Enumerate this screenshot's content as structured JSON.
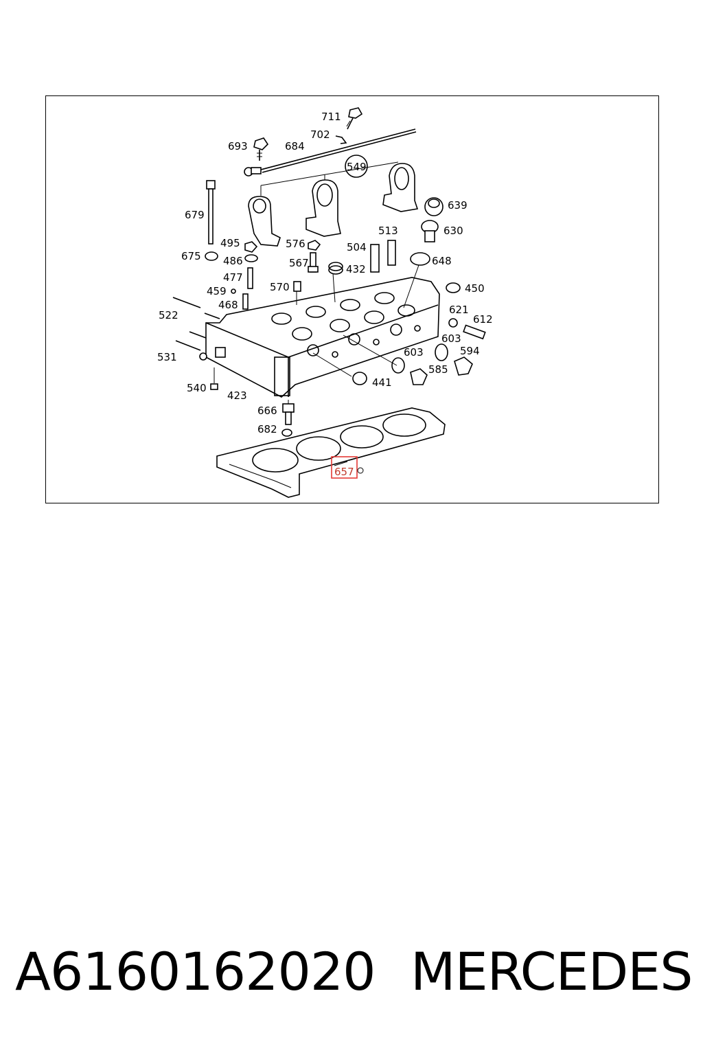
{
  "footer": {
    "part_number": "A6160162020",
    "brand": "MERCEDES"
  },
  "diagram": {
    "callouts": [
      "711",
      "702",
      "693",
      "684",
      "549",
      "679",
      "639",
      "630",
      "495",
      "576",
      "513",
      "504",
      "675",
      "486",
      "567",
      "432",
      "648",
      "477",
      "570",
      "450",
      "459",
      "468",
      "621",
      "612",
      "522",
      "603",
      "603",
      "594",
      "531",
      "585",
      "441",
      "540",
      "423",
      "666",
      "682"
    ],
    "highlighted_callout": "657",
    "highlight_color": "#e53935"
  }
}
